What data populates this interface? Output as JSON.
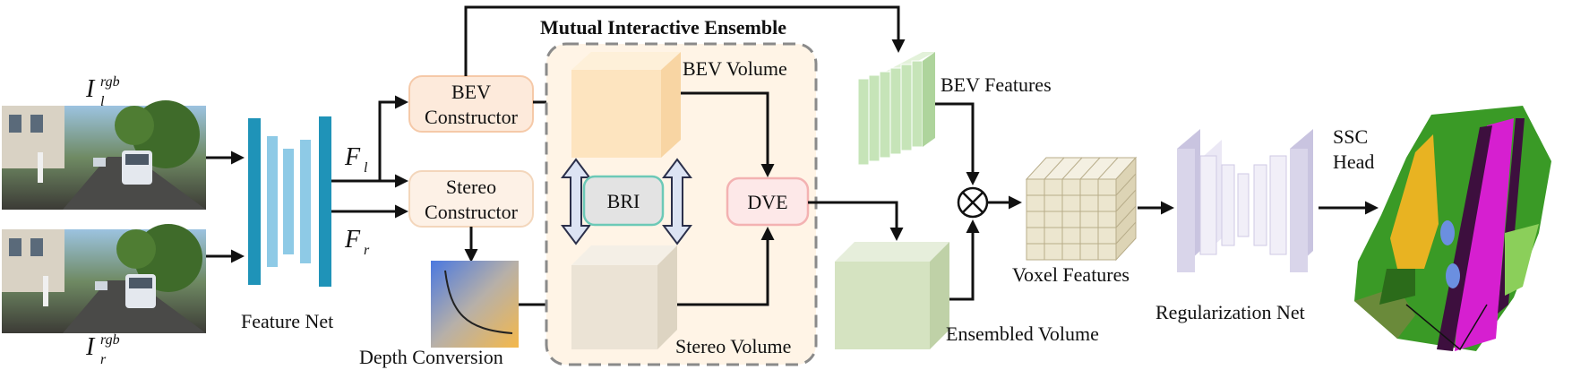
{
  "title": "Mutual Interactive Ensemble",
  "inputs": {
    "left_symbol": "I",
    "left_sub": "l",
    "left_sup": "rgb",
    "right_symbol": "I",
    "right_sub": "r",
    "right_sup": "rgb"
  },
  "feature_net": {
    "label": "Feature Net"
  },
  "features": {
    "left_symbol": "F",
    "left_sub": "l",
    "right_symbol": "F",
    "right_sub": "r"
  },
  "bev_constructor": {
    "line1": "BEV",
    "line2": "Constructor"
  },
  "stereo_constructor": {
    "line1": "Stereo",
    "line2": "Constructor"
  },
  "depth_conversion": {
    "label": "Depth Conversion"
  },
  "bev_volume": {
    "label": "BEV Volume"
  },
  "stereo_volume": {
    "label": "Stereo Volume"
  },
  "bri": {
    "label": "BRI"
  },
  "dve": {
    "label": "DVE"
  },
  "bev_features": {
    "label": "BEV Features"
  },
  "ensembled_volume": {
    "label": "Ensembled Volume"
  },
  "voxel_features": {
    "label": "Voxel Features"
  },
  "regularization_net": {
    "label": "Regularization Net"
  },
  "ssc_head": {
    "line1": "SSC",
    "line2": "Head"
  },
  "colors": {
    "arrow": "#111111",
    "feature_net": "#1f93b8",
    "feature_net_light": "#8ecae6",
    "bev_constructor_fill": "#fdeadb",
    "bev_constructor_stroke": "#f5c9a8",
    "stereo_constructor_fill": "#fdf1e6",
    "stereo_constructor_stroke": "#f3d6bb",
    "ensemble_fill": "#fff4e6",
    "ensemble_stroke": "#8a8a8a",
    "bev_volume": "#fde4bf",
    "stereo_volume": "#ebe3d5",
    "bri_fill": "#e3e3e3",
    "bri_stroke": "#6cc9b7",
    "dve_fill": "#fde8e8",
    "dve_stroke": "#f3b2b2",
    "bev_features": "#c6e4b8",
    "ensembled_volume": "#d5e3c1",
    "voxel": "#ece6cf",
    "regularization": "#d9d5ea"
  }
}
